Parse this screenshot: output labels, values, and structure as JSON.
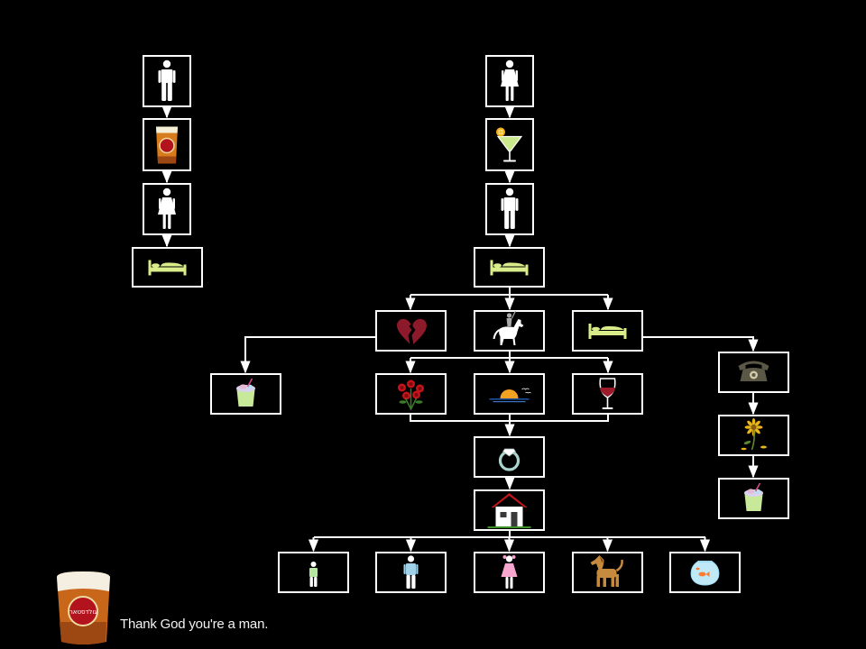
{
  "colors": {
    "background": "#000000",
    "frame": "#ffffff",
    "connector": "#ffffff",
    "bed": "#d9ec8a",
    "heart": "#8c1a2b",
    "wine": "#9b1b2a",
    "ring": "#a9d3cc",
    "boy": "#b5e7a0",
    "man": "#9fd2e8",
    "girl": "#f7a7cf",
    "dog": "#c58a3e",
    "fish": "#ff7a2e",
    "phone": "#5b5746",
    "flower": "#e8b51a"
  },
  "diagram": {
    "nodes": [
      {
        "id": "m-man",
        "icon": "man-icon"
      },
      {
        "id": "m-beer",
        "icon": "beer-glass-icon"
      },
      {
        "id": "m-woman",
        "icon": "woman-icon"
      },
      {
        "id": "m-bed",
        "icon": "bed-icon"
      },
      {
        "id": "w-woman",
        "icon": "woman-icon"
      },
      {
        "id": "w-cocktail",
        "icon": "cocktail-icon"
      },
      {
        "id": "w-man",
        "icon": "man-icon"
      },
      {
        "id": "w-bed",
        "icon": "bed-icon"
      },
      {
        "id": "heart",
        "icon": "broken-heart-icon"
      },
      {
        "id": "horse",
        "icon": "knight-on-horse-icon"
      },
      {
        "id": "bed2",
        "icon": "bed-icon"
      },
      {
        "id": "tub-left",
        "icon": "ice-cream-tub-icon"
      },
      {
        "id": "roses",
        "icon": "roses-icon"
      },
      {
        "id": "sunset",
        "icon": "sunset-icon"
      },
      {
        "id": "wine",
        "icon": "wine-glass-icon"
      },
      {
        "id": "phone",
        "icon": "telephone-icon"
      },
      {
        "id": "flower",
        "icon": "wilting-flower-icon"
      },
      {
        "id": "tub-right",
        "icon": "ice-cream-tub-icon"
      },
      {
        "id": "ring",
        "icon": "ring-icon"
      },
      {
        "id": "house",
        "icon": "house-icon"
      },
      {
        "id": "boy",
        "icon": "boy-icon"
      },
      {
        "id": "son",
        "icon": "man-child-icon"
      },
      {
        "id": "girl",
        "icon": "girl-icon"
      },
      {
        "id": "dog",
        "icon": "dog-icon"
      },
      {
        "id": "fish",
        "icon": "goldfish-bowl-icon"
      }
    ]
  },
  "brand": {
    "logo": "beer-glass-logo",
    "logo_text": "גולדסטאר",
    "slogan": "Thank God you're a man."
  }
}
